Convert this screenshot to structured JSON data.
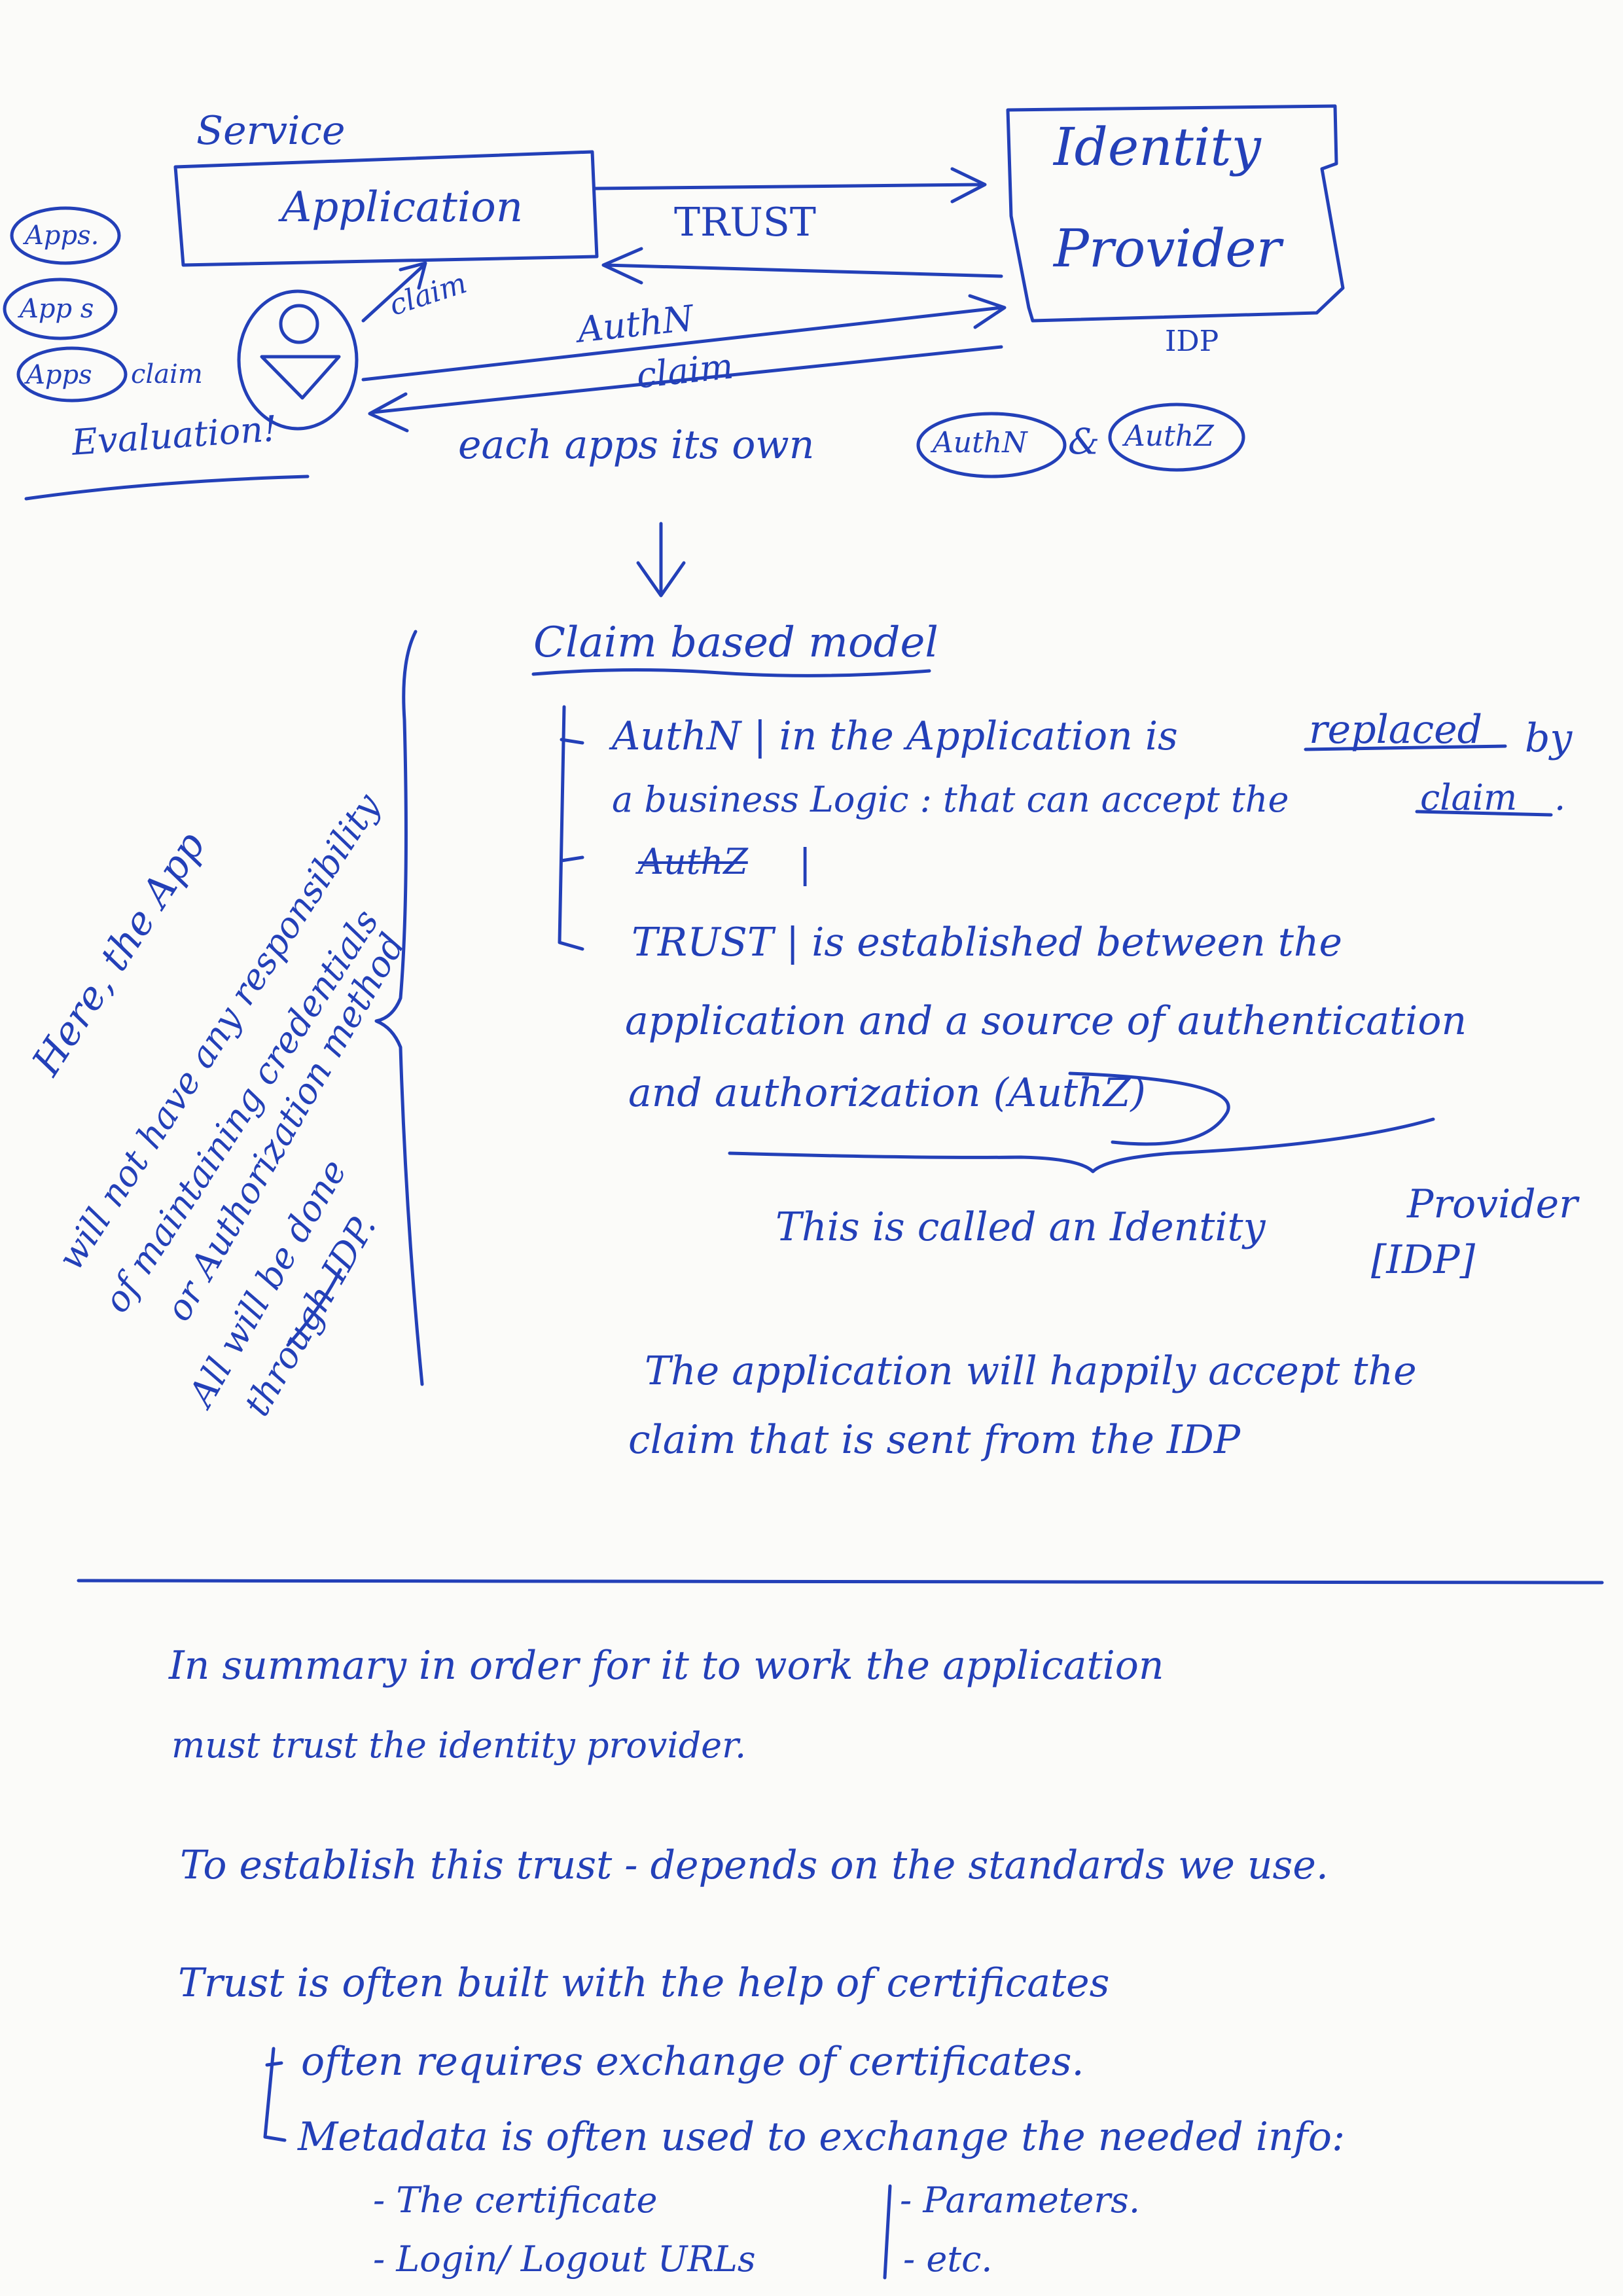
{
  "diagram": {
    "service_label": "Service",
    "application_box": "Application",
    "trust_label": "TRUST",
    "idp_box_line1": "Identity",
    "idp_box_line2": "Provider",
    "idp_abbrev": "IDP",
    "apps_list": [
      "Apps.",
      "App s",
      "Apps"
    ],
    "claim_near_user": "claim",
    "claim_to_app": "claim",
    "authn_label": "AuthN",
    "claim_label": "claim",
    "evaluation_label": "Evaluation!",
    "each_apps_line": "each apps its own",
    "authn_circle": "AuthN",
    "and_symbol": "&",
    "authz_circle": "AuthZ"
  },
  "claim_model": {
    "heading": "Claim based model",
    "item1_part1": "AuthN | in the Application is",
    "item1_replaced": "replaced",
    "item1_part2": "by",
    "item1_line2_part1": "a business Logic : that can accept the",
    "item1_line2_claim": "claim",
    "item1_line2_end": ".",
    "item2_struck": "AuthZ",
    "item2_bar": "|",
    "item3_line1": "TRUST | is established between the",
    "item3_line2": "application and a source of authentication",
    "item3_line3": "and authorization (AuthZ)",
    "idp_note_part1": "This is called an Identity",
    "idp_note_provider": "Provider",
    "idp_note_abbrev": "[IDP]",
    "accept_line1": "The application will happily accept the",
    "accept_line2": "claim that is sent from the IDP"
  },
  "side_note": {
    "line1": "Here, the App",
    "line2": "will not have any responsibility",
    "line3": "of maintaining credentials",
    "line4": "or Authorization method",
    "line5": "All will be done",
    "line6": "through IDP."
  },
  "summary": {
    "line1": "In summary in order for it to work the application",
    "line2": "must trust the identity provider.",
    "line3": "To establish this trust - depends on the standards we use.",
    "line4": "Trust is often built with the help of certificates",
    "bullet1": "often requires exchange of certificates.",
    "bullet2": "Metadata is often used to exchange the needed info:",
    "sub1": "- The certificate",
    "sub2": "- Login/ Logout URLs",
    "sub3": "- Parameters.",
    "sub4": "- etc."
  },
  "colors": {
    "ink": "#2340b8",
    "paper": "#fbfbf9"
  }
}
